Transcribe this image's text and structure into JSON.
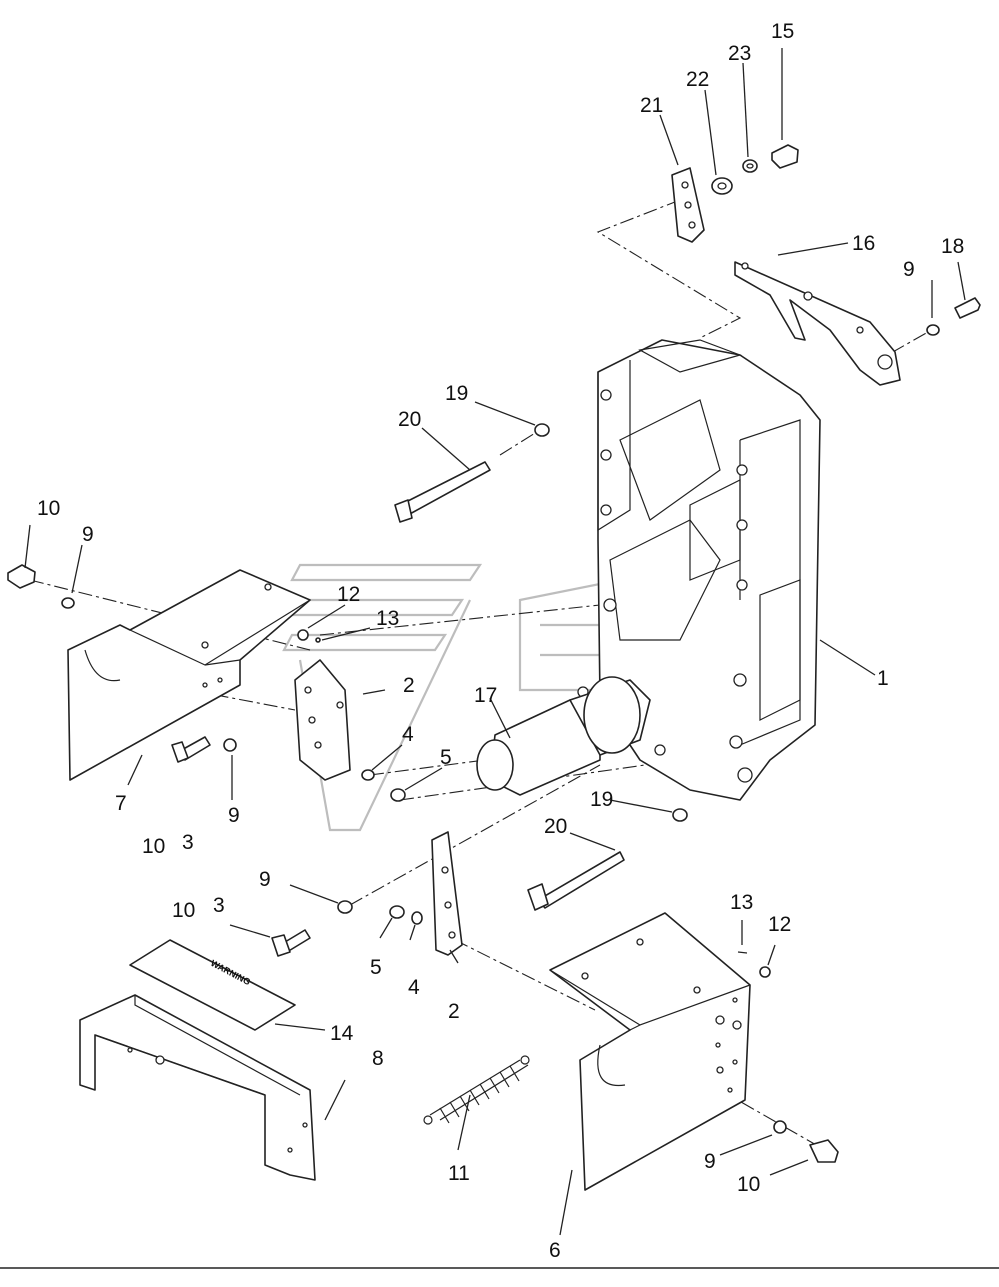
{
  "diagram": {
    "callouts": [
      {
        "id": "c1",
        "label": "1"
      },
      {
        "id": "c2a",
        "label": "2"
      },
      {
        "id": "c2b",
        "label": "2"
      },
      {
        "id": "c3a",
        "label": "3"
      },
      {
        "id": "c3b",
        "label": "3"
      },
      {
        "id": "c4a",
        "label": "4"
      },
      {
        "id": "c4b",
        "label": "4"
      },
      {
        "id": "c5a",
        "label": "5"
      },
      {
        "id": "c5b",
        "label": "5"
      },
      {
        "id": "c6",
        "label": "6"
      },
      {
        "id": "c7",
        "label": "7"
      },
      {
        "id": "c8",
        "label": "8"
      },
      {
        "id": "c9a",
        "label": "9"
      },
      {
        "id": "c9b",
        "label": "9"
      },
      {
        "id": "c9c",
        "label": "9"
      },
      {
        "id": "c9d",
        "label": "9"
      },
      {
        "id": "c9e",
        "label": "9"
      },
      {
        "id": "c10a",
        "label": "10"
      },
      {
        "id": "c10b",
        "label": "10"
      },
      {
        "id": "c10c",
        "label": "10"
      },
      {
        "id": "c10d",
        "label": "10"
      },
      {
        "id": "c11",
        "label": "11"
      },
      {
        "id": "c12a",
        "label": "12"
      },
      {
        "id": "c12b",
        "label": "12"
      },
      {
        "id": "c13a",
        "label": "13"
      },
      {
        "id": "c13b",
        "label": "13"
      },
      {
        "id": "c14",
        "label": "14"
      },
      {
        "id": "c15",
        "label": "15"
      },
      {
        "id": "c16",
        "label": "16"
      },
      {
        "id": "c17",
        "label": "17"
      },
      {
        "id": "c18",
        "label": "18"
      },
      {
        "id": "c19a",
        "label": "19"
      },
      {
        "id": "c19b",
        "label": "19"
      },
      {
        "id": "c20a",
        "label": "20"
      },
      {
        "id": "c20b",
        "label": "20"
      },
      {
        "id": "c21",
        "label": "21"
      },
      {
        "id": "c22",
        "label": "22"
      },
      {
        "id": "c23",
        "label": "23"
      }
    ],
    "warning_decal_text": "WARNING"
  }
}
